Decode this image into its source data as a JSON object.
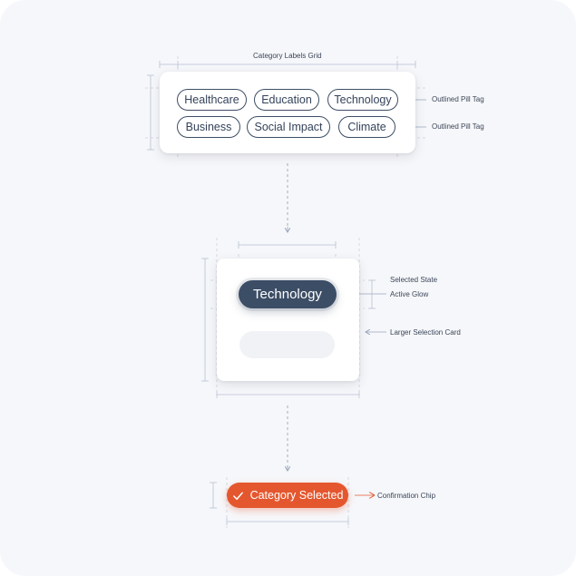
{
  "grid": {
    "title": "Category Labels Grid",
    "pills_row1": [
      "Healthcare",
      "Education",
      "Technology"
    ],
    "pills_row2": [
      "Business",
      "Social Impact",
      "Climate"
    ],
    "row1_annotation": "Outlined Pill Tag",
    "row2_annotation": "Outlined Pill Tag"
  },
  "selection": {
    "selected_label": "Technology",
    "selected_state_annotation": "Selected State",
    "active_glow_annotation": "Active Glow",
    "card_annotation": "Larger Selection Card"
  },
  "confirmation": {
    "chip_label": "Category Selected",
    "chip_icon": "check-icon",
    "annotation": "Confirmation Chip"
  },
  "colors": {
    "background": "#f6f7fa",
    "pill_outline": "#3d4e64",
    "selected_fill": "#3c4d66",
    "chip_fill": "#e4572e",
    "guide_line": "#b7c0d4",
    "chip_arrow": "#e4572e"
  }
}
